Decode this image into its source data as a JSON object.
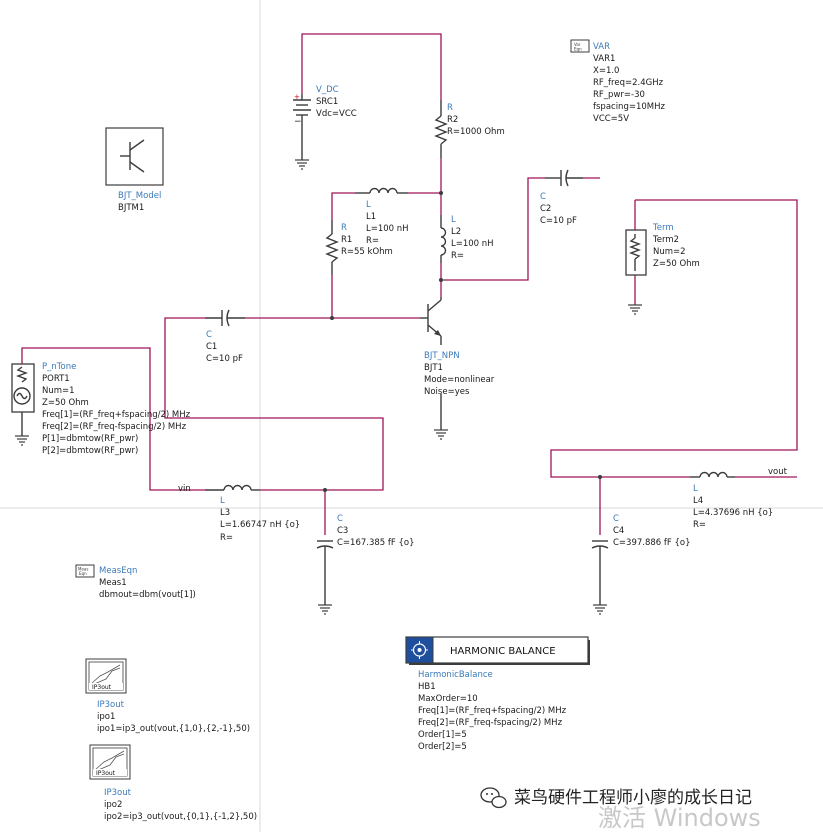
{
  "components": {
    "vdc": {
      "type": "V_DC",
      "name": "SRC1",
      "p1": "Vdc=VCC"
    },
    "var": {
      "icon": "Var\nEqn",
      "type": "VAR",
      "name": "VAR1",
      "p1": "X=1.0",
      "p2": "RF_freq=2.4GHz",
      "p3": "RF_pwr=-30",
      "p4": "fspacing=10MHz",
      "p5": "VCC=5V"
    },
    "bjt_model": {
      "type": "BJT_Model",
      "name": "BJTM1"
    },
    "r2": {
      "type": "R",
      "name": "R2",
      "p1": "R=1000 Ohm"
    },
    "l1": {
      "type": "L",
      "name": "L1",
      "p1": "L=100 nH",
      "p2": "R="
    },
    "r1": {
      "type": "R",
      "name": "R1",
      "p1": "R=55 kOhm"
    },
    "l2": {
      "type": "L",
      "name": "L2",
      "p1": "L=100 nH",
      "p2": "R="
    },
    "c2": {
      "type": "C",
      "name": "C2",
      "p1": "C=10 pF"
    },
    "term": {
      "type": "Term",
      "name": "Term2",
      "p1": "Num=2",
      "p2": "Z=50 Ohm"
    },
    "c1": {
      "type": "C",
      "name": "C1",
      "p1": "C=10 pF"
    },
    "bjt": {
      "type": "BJT_NPN",
      "name": "BJT1",
      "p1": "Mode=nonlinear",
      "p2": "Noise=yes"
    },
    "port": {
      "type": "P_nTone",
      "name": "PORT1",
      "p1": "Num=1",
      "p2": "Z=50 Ohm",
      "p3": "Freq[1]=(RF_freq+fspacing/2) MHz",
      "p4": "Freq[2]=(RF_freq-fspacing/2) MHz",
      "p5": "P[1]=dbmtow(RF_pwr)",
      "p6": "P[2]=dbmtow(RF_pwr)"
    },
    "l3": {
      "type": "L",
      "name": "L3",
      "p1": "L=1.66747 nH {o}",
      "p2": "R="
    },
    "c3": {
      "type": "C",
      "name": "C3",
      "p1": "C=167.385 fF {o}"
    },
    "c4": {
      "type": "C",
      "name": "C4",
      "p1": "C=397.886 fF {o}"
    },
    "l4": {
      "type": "L",
      "name": "L4",
      "p1": "L=4.37696 nH {o}",
      "p2": "R="
    },
    "meas": {
      "icon": "Meas\nEqn",
      "type": "MeasEqn",
      "name": "Meas1",
      "p1": "dbmout=dbm(vout[1])"
    },
    "hb": {
      "title": "HARMONIC BALANCE",
      "type": "HarmonicBalance",
      "name": "HB1",
      "p1": "MaxOrder=10",
      "p2": "Freq[1]=(RF_freq+fspacing/2) MHz",
      "p3": "Freq[2]=(RF_freq-fspacing/2) MHz",
      "p4": "Order[1]=5",
      "p5": "Order[2]=5"
    },
    "ipo1": {
      "icon": "IP3out",
      "type": "IP3out",
      "name": "ipo1",
      "p1": "ipo1=ip3_out(vout,{1,0},{2,-1},50)"
    },
    "ipo2": {
      "icon": "IP3out",
      "type": "IP3out",
      "name": "ipo2",
      "p1": "ipo2=ip3_out(vout,{0,1},{-1,2},50)"
    }
  },
  "nets": {
    "vin": "vin",
    "vout": "vout"
  },
  "watermark": {
    "line1": "菜鸟硬件工程师小廖的成长日记",
    "line2": "激活 Windows"
  }
}
